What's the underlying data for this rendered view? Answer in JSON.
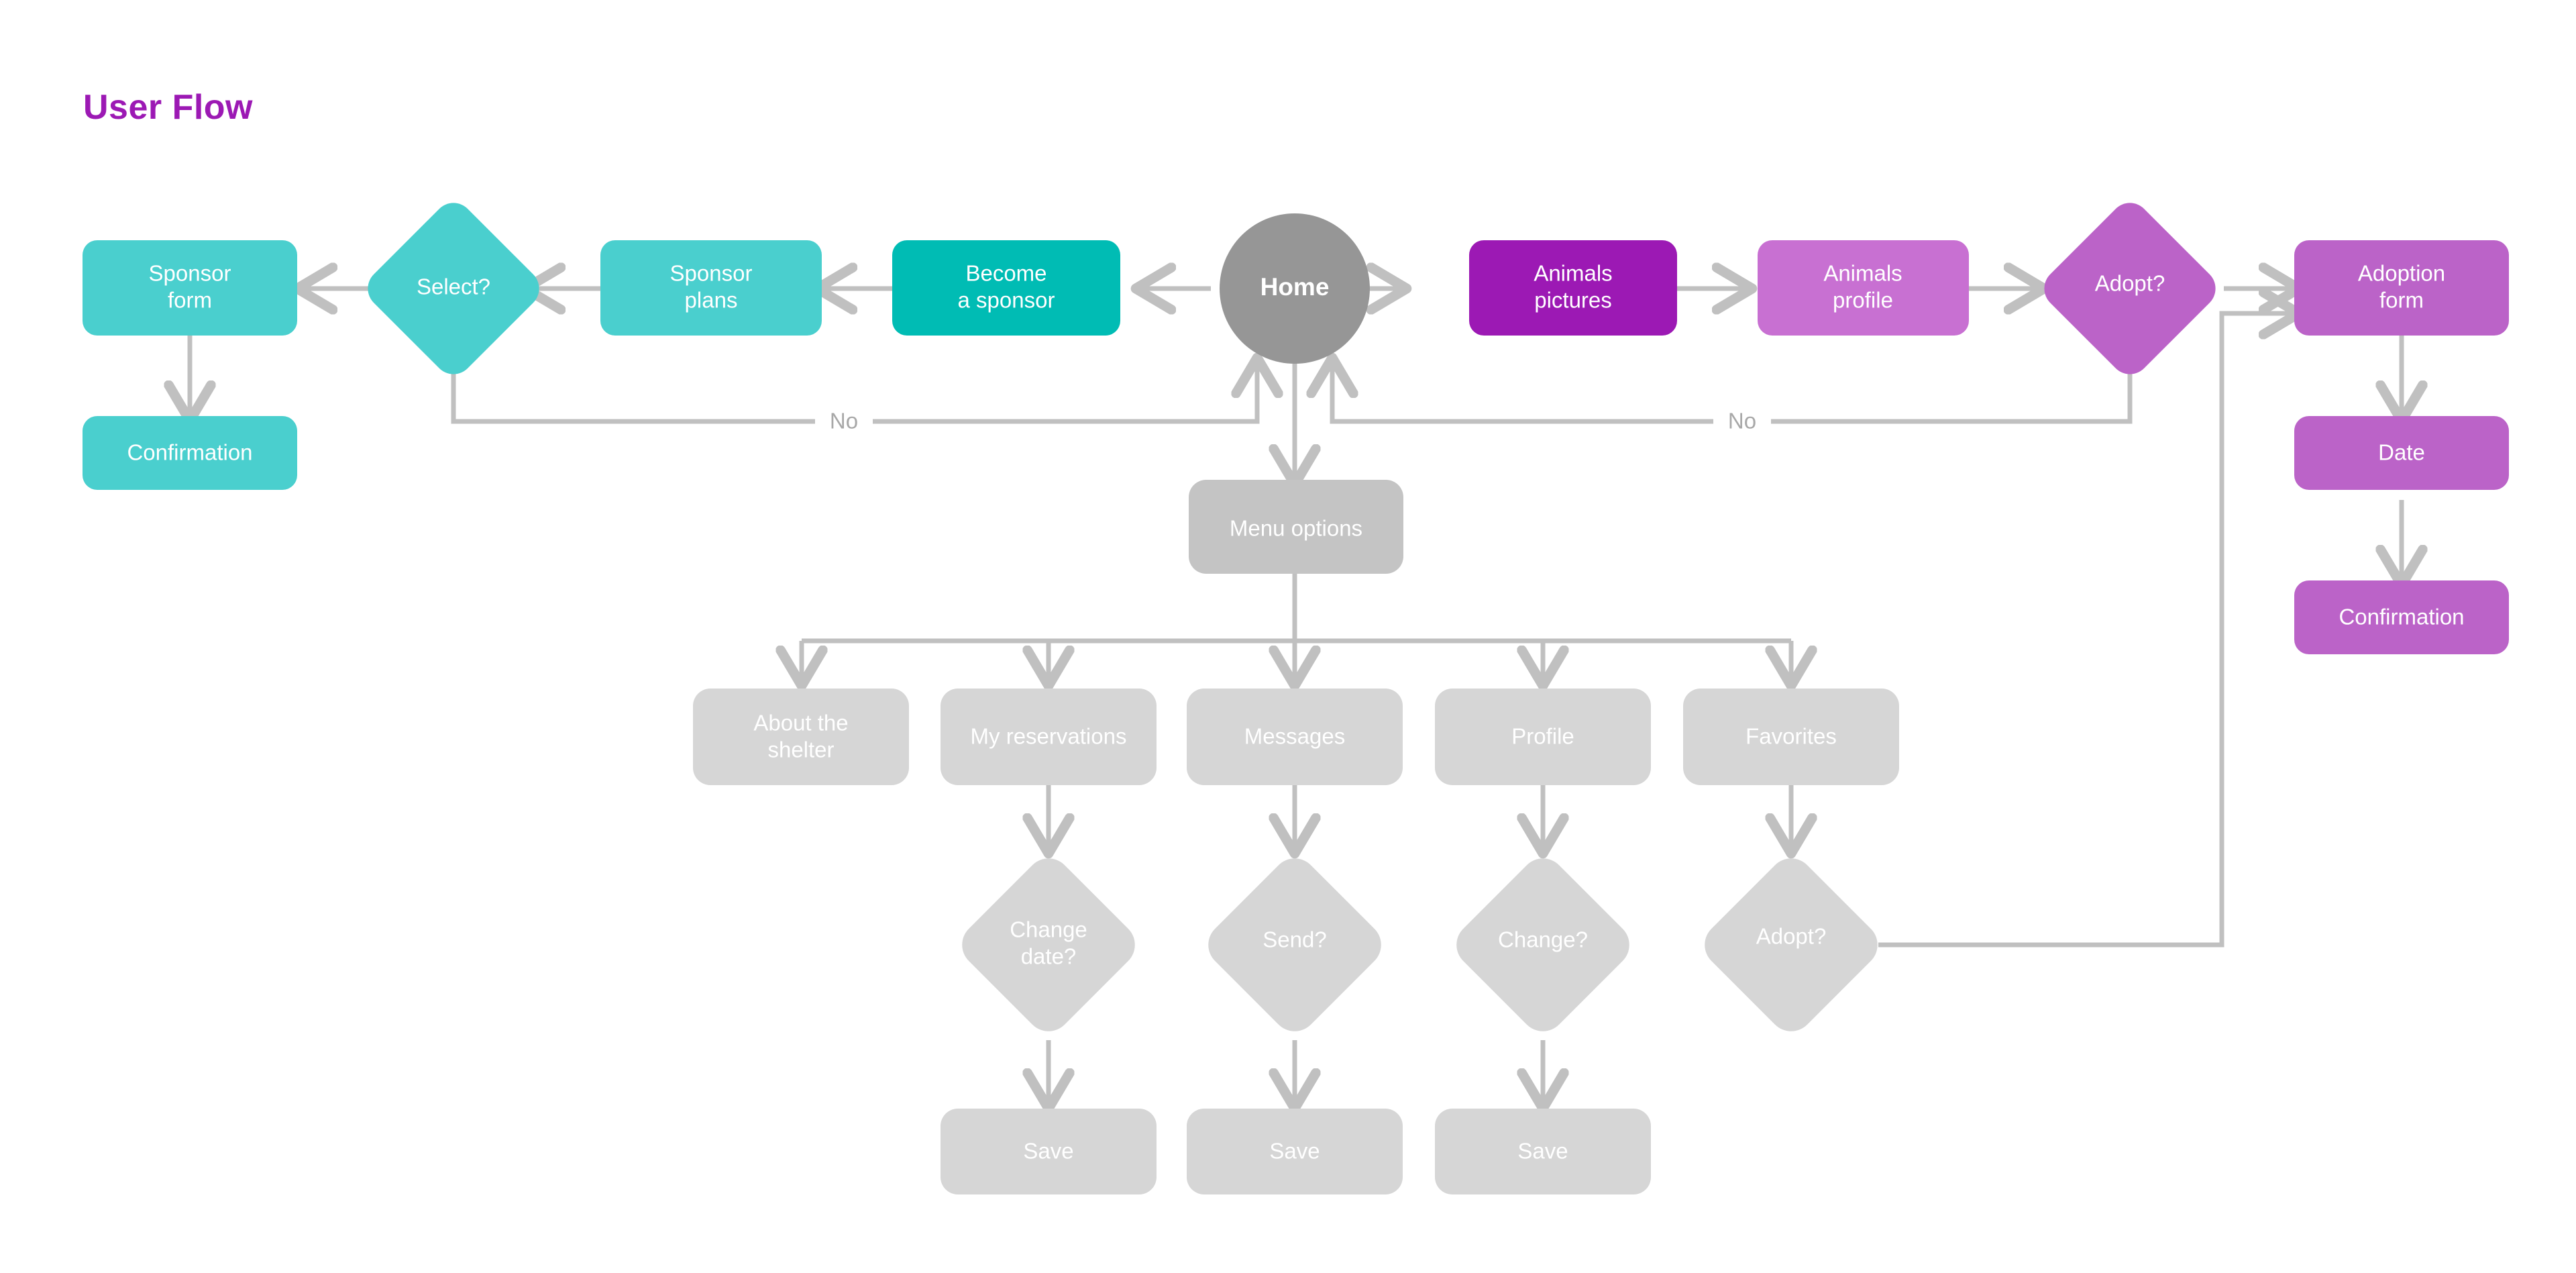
{
  "page": {
    "title": "User Flow",
    "background": "#FFFFFF",
    "title_color": "#9C19B4"
  },
  "palette": {
    "teal_light": "#4ACFCE",
    "teal_dark": "#00BCB4",
    "purple_dark": "#9C19B4",
    "purple_mid": "#BB63C8",
    "purple_light": "#C870D2",
    "gray_home": "#969696",
    "gray_menu": "#C4C4C4",
    "gray_node": "#D6D6D6",
    "connector": "#C0C0C0",
    "label_text": "#A8A8A8",
    "node_text": "#FFFFFF"
  },
  "nodes": {
    "sponsor_form": {
      "label": "Sponsor\nform",
      "shape": "rounded-rect",
      "color": "#4ACFCE"
    },
    "confirmation_sponsor": {
      "label": "Confirmation",
      "shape": "rounded-rect",
      "color": "#4ACFCE"
    },
    "select_q": {
      "label": "Select?",
      "shape": "diamond",
      "color": "#4ACFCE"
    },
    "sponsor_plans": {
      "label": "Sponsor\nplans",
      "shape": "rounded-rect",
      "color": "#4ACFCE"
    },
    "become_sponsor": {
      "label": "Become\na sponsor",
      "shape": "rounded-rect",
      "color": "#00BCB4"
    },
    "home": {
      "label": "Home",
      "shape": "circle",
      "color": "#969696"
    },
    "animals_pictures": {
      "label": "Animals\npictures",
      "shape": "rounded-rect",
      "color": "#9C19B4"
    },
    "animals_profile": {
      "label": "Animals\nprofile",
      "shape": "rounded-rect",
      "color": "#C870D2"
    },
    "adopt_q_top": {
      "label": "Adopt?",
      "shape": "diamond",
      "color": "#BB63C8"
    },
    "adoption_form": {
      "label": "Adoption\nform",
      "shape": "rounded-rect",
      "color": "#BB63C8"
    },
    "date": {
      "label": "Date",
      "shape": "rounded-rect",
      "color": "#BB63C8"
    },
    "confirmation_adopt": {
      "label": "Confirmation",
      "shape": "rounded-rect",
      "color": "#BB63C8"
    },
    "menu_options": {
      "label": "Menu options",
      "shape": "rounded-rect",
      "color": "#C4C4C4"
    },
    "about_shelter": {
      "label": "About the\nshelter",
      "shape": "rounded-rect",
      "color": "#D6D6D6"
    },
    "my_reservations": {
      "label": "My reservations",
      "shape": "rounded-rect",
      "color": "#D6D6D6"
    },
    "messages": {
      "label": "Messages",
      "shape": "rounded-rect",
      "color": "#D6D6D6"
    },
    "profile": {
      "label": "Profile",
      "shape": "rounded-rect",
      "color": "#D6D6D6"
    },
    "favorites": {
      "label": "Favorites",
      "shape": "rounded-rect",
      "color": "#D6D6D6"
    },
    "change_date_q": {
      "label": "Change\ndate?",
      "shape": "diamond",
      "color": "#D6D6D6"
    },
    "send_q": {
      "label": "Send?",
      "shape": "diamond",
      "color": "#D6D6D6"
    },
    "change_q": {
      "label": "Change?",
      "shape": "diamond",
      "color": "#D6D6D6"
    },
    "adopt_q_bottom": {
      "label": "Adopt?",
      "shape": "diamond",
      "color": "#D6D6D6"
    },
    "save_reservations": {
      "label": "Save",
      "shape": "rounded-rect",
      "color": "#D6D6D6"
    },
    "save_messages": {
      "label": "Save",
      "shape": "rounded-rect",
      "color": "#D6D6D6"
    },
    "save_profile": {
      "label": "Save",
      "shape": "rounded-rect",
      "color": "#D6D6D6"
    }
  },
  "edge_labels": {
    "no_left": "No",
    "no_right": "No"
  },
  "chart_data": {
    "type": "diagram",
    "title": "User Flow",
    "node_order": [
      "Sponsor form",
      "Confirmation",
      "Select?",
      "Sponsor plans",
      "Become a sponsor",
      "Home",
      "Animals pictures",
      "Animals profile",
      "Adopt?",
      "Adoption form",
      "Date",
      "Confirmation",
      "Menu options",
      "About the shelter",
      "My reservations",
      "Messages",
      "Profile",
      "Favorites",
      "Change date?",
      "Send?",
      "Change?",
      "Adopt?",
      "Save",
      "Save",
      "Save"
    ],
    "edges": [
      {
        "from": "Home",
        "to": "Become a sponsor",
        "label": ""
      },
      {
        "from": "Become a sponsor",
        "to": "Sponsor plans",
        "label": ""
      },
      {
        "from": "Sponsor plans",
        "to": "Select?",
        "label": ""
      },
      {
        "from": "Select?",
        "to": "Sponsor form",
        "label": ""
      },
      {
        "from": "Sponsor form",
        "to": "Confirmation",
        "label": ""
      },
      {
        "from": "Select?",
        "to": "Home",
        "label": "No"
      },
      {
        "from": "Home",
        "to": "Animals pictures",
        "label": ""
      },
      {
        "from": "Animals pictures",
        "to": "Animals profile",
        "label": ""
      },
      {
        "from": "Animals profile",
        "to": "Adopt?",
        "label": ""
      },
      {
        "from": "Adopt?",
        "to": "Adoption form",
        "label": ""
      },
      {
        "from": "Adopt?",
        "to": "Home",
        "label": "No"
      },
      {
        "from": "Adoption form",
        "to": "Date",
        "label": ""
      },
      {
        "from": "Date",
        "to": "Confirmation",
        "label": ""
      },
      {
        "from": "Home",
        "to": "Menu options",
        "label": ""
      },
      {
        "from": "Menu options",
        "to": "About the shelter",
        "label": ""
      },
      {
        "from": "Menu options",
        "to": "My reservations",
        "label": ""
      },
      {
        "from": "Menu options",
        "to": "Messages",
        "label": ""
      },
      {
        "from": "Menu options",
        "to": "Profile",
        "label": ""
      },
      {
        "from": "Menu options",
        "to": "Favorites",
        "label": ""
      },
      {
        "from": "My reservations",
        "to": "Change date?",
        "label": ""
      },
      {
        "from": "Messages",
        "to": "Send?",
        "label": ""
      },
      {
        "from": "Profile",
        "to": "Change?",
        "label": ""
      },
      {
        "from": "Favorites",
        "to": "Adopt?",
        "label": ""
      },
      {
        "from": "Change date?",
        "to": "Save",
        "label": ""
      },
      {
        "from": "Send?",
        "to": "Save",
        "label": ""
      },
      {
        "from": "Change?",
        "to": "Save",
        "label": ""
      },
      {
        "from": "Adopt?",
        "to": "Adoption form",
        "label": ""
      }
    ]
  }
}
